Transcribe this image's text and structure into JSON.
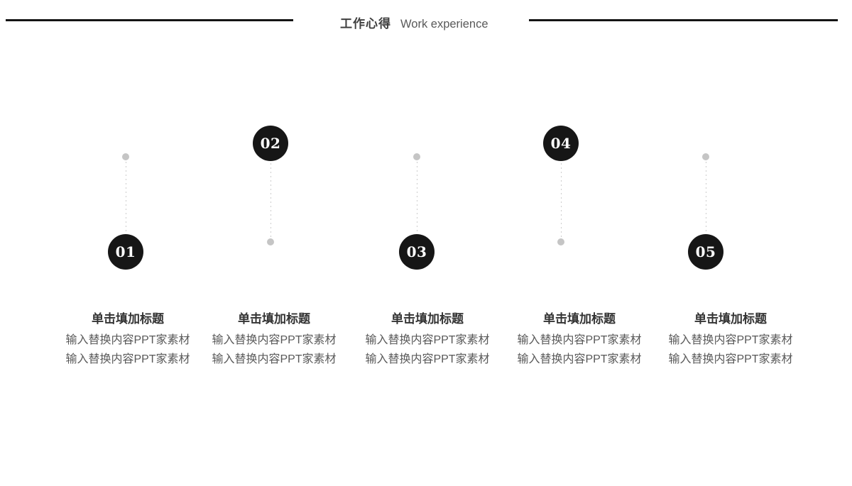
{
  "header": {
    "title_zh": "工作心得",
    "title_en": "Work experience"
  },
  "items": [
    {
      "number": "01",
      "title": "单击填加标题",
      "body": [
        "输入替换内容PPT家素材",
        "输入替换内容PPT家素材"
      ]
    },
    {
      "number": "02",
      "title": "单击填加标题",
      "body": [
        "输入替换内容PPT家素材",
        "输入替换内容PPT家素材"
      ]
    },
    {
      "number": "03",
      "title": "单击填加标题",
      "body": [
        "输入替换内容PPT家素材",
        "输入替换内容PPT家素材"
      ]
    },
    {
      "number": "04",
      "title": "单击填加标题",
      "body": [
        "输入替换内容PPT家素材",
        "输入替换内容PPT家素材"
      ]
    },
    {
      "number": "05",
      "title": "单击填加标题",
      "body": [
        "输入替换内容PPT家素材",
        "输入替换内容PPT家素材"
      ]
    }
  ],
  "colors": {
    "badge_fill": "#161616",
    "badge_text": "#ffffff",
    "dot_gray": "#c5c5c5",
    "connector_gray": "#cccccc",
    "divider_black": "#141414",
    "title_text": "#333333",
    "body_text": "#595959",
    "header_zh": "#3f3f3f",
    "header_en": "#595959",
    "background": "#ffffff"
  }
}
